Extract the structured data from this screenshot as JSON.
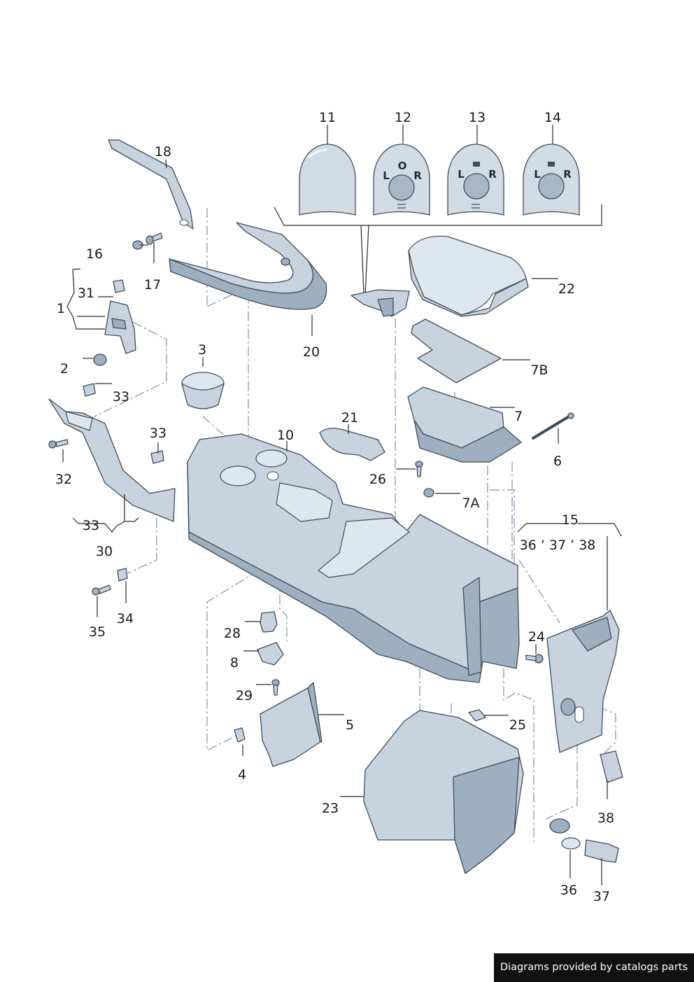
{
  "labels": {
    "l11": "11",
    "l12": "12",
    "l13": "13",
    "l14": "14",
    "l18": "18",
    "l16": "16",
    "l17": "17",
    "l31": "31",
    "l1": "1",
    "l2": "2",
    "l3": "3",
    "l33a": "33",
    "l33b": "33",
    "l33c": "33",
    "l32": "32",
    "l30": "30",
    "l35": "35",
    "l34": "34",
    "l20": "20",
    "l22": "22",
    "l7B": "7B",
    "l7": "7",
    "l6": "6",
    "l21": "21",
    "l10": "10",
    "l26": "26",
    "l7A": "7A",
    "l15": "15",
    "l15sub": "36 ’ 37 ’ 38",
    "l28": "28",
    "l8": "8",
    "l29": "29",
    "l5": "5",
    "l4": "4",
    "l24": "24",
    "l25": "25",
    "l23": "23",
    "l38": "38",
    "l36": "36",
    "l37": "37"
  },
  "knobs": {
    "k12": {
      "left": "L",
      "center": "O",
      "right": "R"
    },
    "k13": {
      "left": "L",
      "right": "R"
    },
    "k14": {
      "left": "L",
      "right": "R"
    }
  },
  "credit": "Diagrams provided by catalogs parts",
  "colors": {
    "part_fill": "#c7d3de",
    "part_dark": "#9eafbf",
    "outline": "#3d4d5c",
    "dash": "#7d93a8"
  }
}
